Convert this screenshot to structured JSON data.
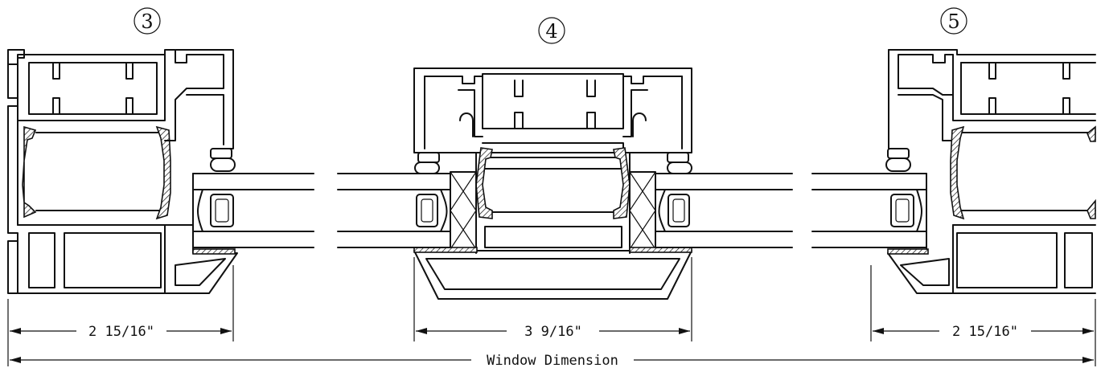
{
  "sections": [
    {
      "id": "3",
      "dimension": "2 15/16\""
    },
    {
      "id": "4",
      "dimension": "3 9/16\""
    },
    {
      "id": "5",
      "dimension": "2 15/16\""
    }
  ],
  "overall_dimension": "Window Dimension",
  "colors": {
    "line": "#111111",
    "background": "#ffffff"
  }
}
